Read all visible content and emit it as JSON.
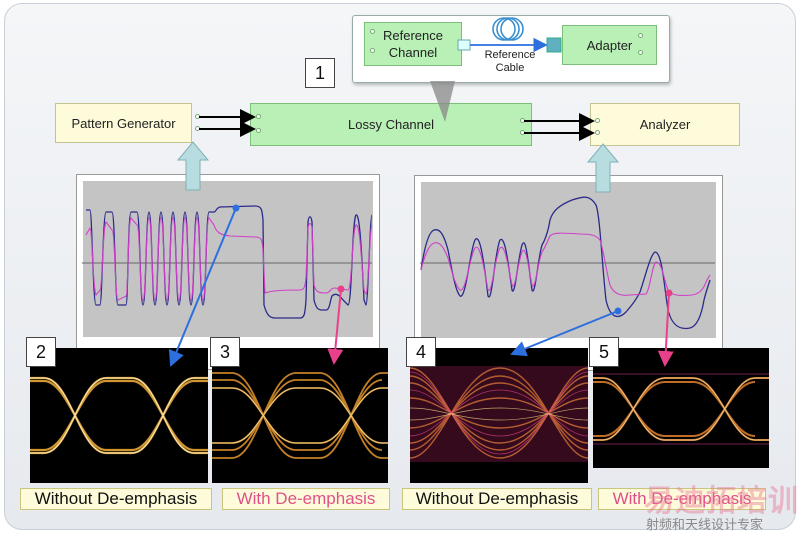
{
  "blocks": {
    "pattern_generator": "Pattern Generator",
    "lossy_channel": "Lossy Channel",
    "analyzer": "Analyzer",
    "reference_channel": "Reference\nChannel",
    "adapter": "Adapter",
    "reference_cable": "Reference\nCable"
  },
  "numbers": [
    "1",
    "2",
    "3",
    "4",
    "5"
  ],
  "labels": {
    "eye2": "Without De-emphasis",
    "eye3": "With De-emphasis",
    "eye4": "Without De-emphasis",
    "eye5": "With De-emphasis"
  },
  "watermark": {
    "main": "易迪拓培训",
    "sub": "射频和天线设计专家"
  },
  "colors": {
    "no_deemphasis_trace": "#2a2a8a",
    "deemphasis_trace": "#d040c8",
    "arrow_blue": "#2e6fe0",
    "arrow_pink": "#e8408a",
    "block_green": "#b9f0b6",
    "block_yellow": "#fdfbd9",
    "callout_up_arrow": "#b8dde0"
  }
}
